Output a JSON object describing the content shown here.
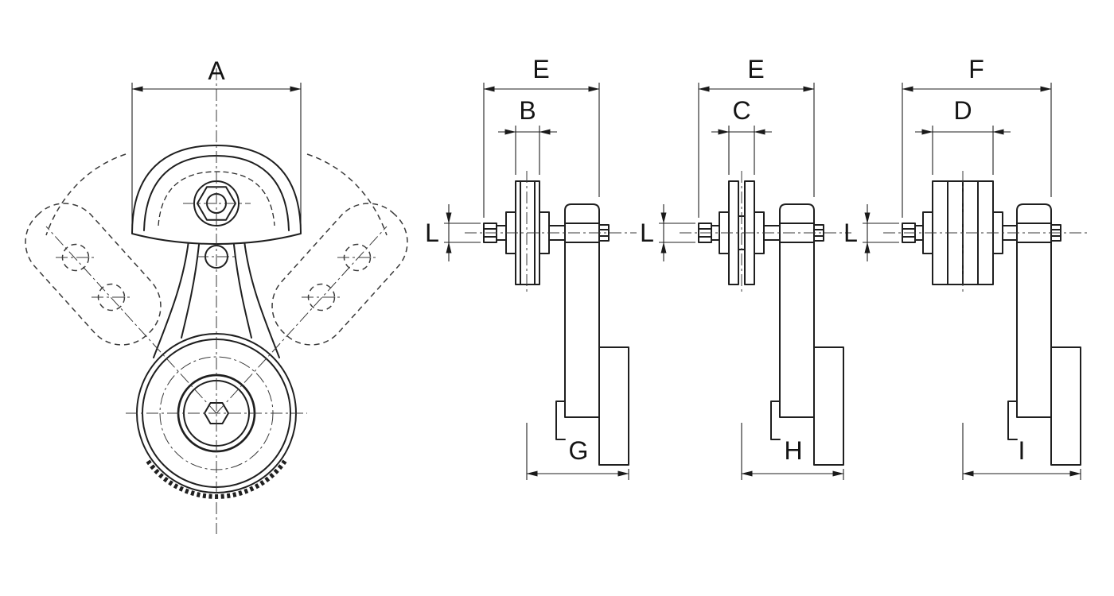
{
  "colors": {
    "line": "#1f1f1f",
    "background": "#ffffff"
  },
  "drawing": {
    "front_view": {
      "width_label": "A"
    },
    "side_views": [
      {
        "overall_width_label": "E",
        "roller_width_label": "B",
        "pin_diameter_label": "L",
        "depth_label": "G"
      },
      {
        "overall_width_label": "E",
        "roller_width_label": "C",
        "pin_diameter_label": "L",
        "depth_label": "H"
      },
      {
        "overall_width_label": "F",
        "roller_width_label": "D",
        "pin_diameter_label": "L",
        "depth_label": "I"
      }
    ]
  }
}
